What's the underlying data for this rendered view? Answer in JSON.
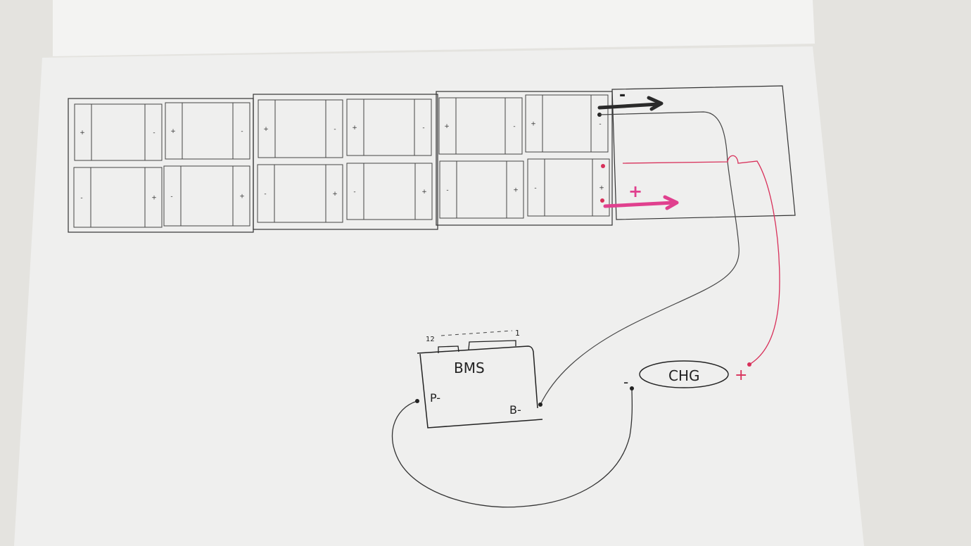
{
  "colors": {
    "background": "#e4e3df",
    "paper": "#f1f1f0",
    "ink_black": "#2a2a2a",
    "ink_pink": "#e0408e",
    "ink_red": "#d8305a"
  },
  "battery_pack": {
    "modules": [
      {
        "cells": [
          {
            "left": "+",
            "right": "-"
          },
          {
            "left": "+",
            "right": "-"
          },
          {
            "left": "-",
            "right": "+"
          },
          {
            "left": "-",
            "right": "+"
          }
        ]
      },
      {
        "cells": [
          {
            "left": "+",
            "right": "-"
          },
          {
            "left": "+",
            "right": "-"
          },
          {
            "left": "-",
            "right": "+"
          },
          {
            "left": "-",
            "right": "+"
          }
        ]
      },
      {
        "cells": [
          {
            "left": "+",
            "right": "-"
          },
          {
            "left": "+",
            "right": "-"
          },
          {
            "left": "-",
            "right": "+"
          },
          {
            "left": "-",
            "right": "+"
          }
        ]
      }
    ],
    "negative_arrow_label": "-",
    "positive_arrow_label": "+"
  },
  "bms": {
    "title": "BMS",
    "balance_start": "12",
    "balance_end": "1",
    "p_minus": "P-",
    "b_minus": "B-"
  },
  "charger": {
    "label": "CHG",
    "negative": "-",
    "positive": "+"
  }
}
